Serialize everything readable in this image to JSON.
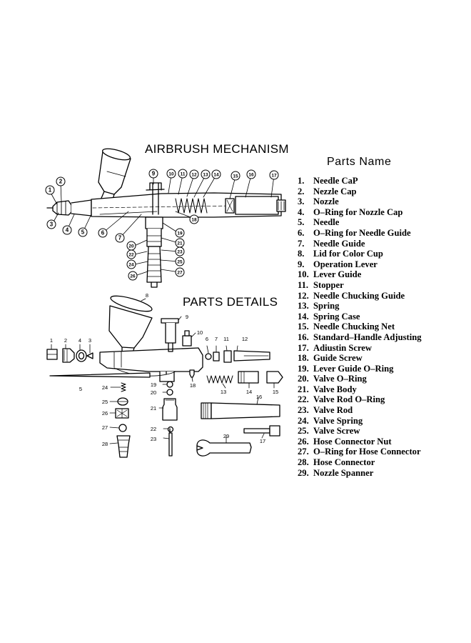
{
  "mechanism_title": "AIRBRUSH MECHANISM",
  "details_title": "PARTS DETAILS",
  "parts_title": "Parts Name",
  "parts": [
    {
      "num": "1.",
      "name": "Needle CaP"
    },
    {
      "num": "2.",
      "name": "Nezzle Cap"
    },
    {
      "num": "3.",
      "name": "Nozzle"
    },
    {
      "num": "4.",
      "name": "O–Ring for Nozzle Cap"
    },
    {
      "num": "5.",
      "name": "Needle"
    },
    {
      "num": "6.",
      "name": "O–Ring for Needle Guide"
    },
    {
      "num": "7.",
      "name": "Needle Guide"
    },
    {
      "num": "8.",
      "name": "Lid for Color Cup"
    },
    {
      "num": "9.",
      "name": "Operation Lever"
    },
    {
      "num": "10.",
      "name": "Lever Guide"
    },
    {
      "num": "11.",
      "name": "Stopper"
    },
    {
      "num": "12.",
      "name": "Needle Chucking  Guide"
    },
    {
      "num": "13.",
      "name": "Spring"
    },
    {
      "num": "14.",
      "name": "Spring Case"
    },
    {
      "num": "15.",
      "name": "Needle Chucking Net"
    },
    {
      "num": "16.",
      "name": "Standard–Handle Adjusting"
    },
    {
      "num": "17.",
      "name": "Adiustin Screw"
    },
    {
      "num": "18.",
      "name": "Guide Screw"
    },
    {
      "num": "19.",
      "name": "Lever Guide O–Ring"
    },
    {
      "num": "20.",
      "name": "Valve O–Ring"
    },
    {
      "num": "21.",
      "name": "Valve Body"
    },
    {
      "num": "22.",
      "name": "Valve Rod O–Ring"
    },
    {
      "num": "23.",
      "name": "Valve Rod"
    },
    {
      "num": "24.",
      "name": "Valve Spring"
    },
    {
      "num": "25.",
      "name": "Valve Screw"
    },
    {
      "num": "26.",
      "name": "Hose Connector Nut"
    },
    {
      "num": "27.",
      "name": "O–Ring for Hose Connector"
    },
    {
      "num": "28.",
      "name": "Hose Connector"
    },
    {
      "num": "29.",
      "name": "Nozzle Spanner"
    }
  ],
  "mechanism_callouts": [
    "1",
    "2",
    "3",
    "4",
    "5",
    "6",
    "7",
    "9",
    "10",
    "11",
    "12",
    "13",
    "14",
    "15",
    "16",
    "17",
    "18",
    "19",
    "20",
    "21",
    "22",
    "23",
    "24",
    "25",
    "26",
    "27"
  ],
  "detail_labels": [
    "1",
    "2",
    "3",
    "4",
    "5",
    "6",
    "7",
    "8",
    "9",
    "10",
    "11",
    "12",
    "13",
    "14",
    "15",
    "16",
    "17",
    "18",
    "19",
    "20",
    "21",
    "22",
    "23",
    "24",
    "25",
    "26",
    "27",
    "28",
    "29"
  ]
}
